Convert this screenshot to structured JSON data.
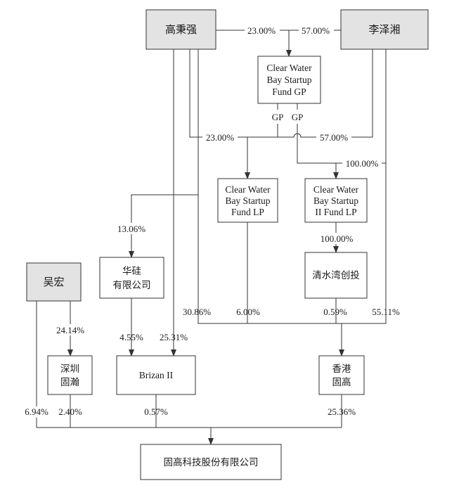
{
  "entities": {
    "gao_bingqiang": "高秉强",
    "li_zexiang": "李泽湘",
    "cwb_gp": [
      "Clear Water",
      "Bay Startup",
      "Fund GP"
    ],
    "cwb_fund_lp": [
      "Clear Water",
      "Bay Startup",
      "Fund LP"
    ],
    "cwb_ii_fund_lp": [
      "Clear Water",
      "Bay Startup",
      "II Fund LP"
    ],
    "huagui": [
      "华硅",
      "有限公司"
    ],
    "qingshuiwan": "清水湾创投",
    "wu_hong": "吴宏",
    "shenzhen_guhan": [
      "深圳",
      "固瀚"
    ],
    "brizan_ii": "Brizan II",
    "hk_gugao": [
      "香港",
      "固高"
    ],
    "gugao_tech": "固高科技股份有限公司"
  },
  "labels": {
    "gao_to_gp": "23.00%",
    "li_to_gp": "57.00%",
    "gp_tag_1": "GP",
    "gp_tag_2": "GP",
    "gao_to_lp": "23.00%",
    "li_to_lp": "57.00%",
    "li_to_ii": "100.00%",
    "gao_to_huagui": "13.06%",
    "ii_to_qsw": "100.00%",
    "gao_to_hk": "30.86%",
    "lp_to_hk": "6.00%",
    "qsw_to_hk": "0.59%",
    "li_to_hk": "55.11%",
    "wu_to_guhan": "24.14%",
    "huagui_to_brizan": "4.55%",
    "gao_to_brizan": "25.31%",
    "wu_to_gugao": "6.94%",
    "guhan_to_gugao": "2.40%",
    "brizan_to_gugao": "0.57%",
    "hk_to_gugao": "25.36%"
  }
}
